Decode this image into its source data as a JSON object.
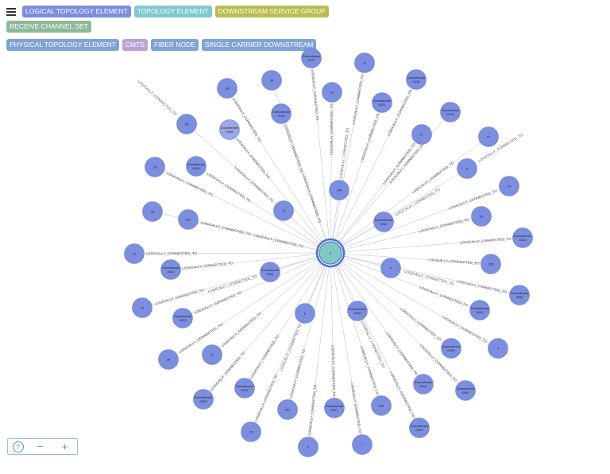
{
  "legend": {
    "items": [
      {
        "label": "LOGICAL TOPOLOGY ELEMENT",
        "color": "#7b8ee0"
      },
      {
        "label": "TOPOLOGY ELEMENT",
        "color": "#7ec9cf"
      },
      {
        "label": "DOWNSTREAM SERVICE GROUP",
        "color": "#b9bd4f"
      },
      {
        "label": "RECEIVE CHANNEL SET",
        "color": "#8fb89a"
      },
      {
        "label": "PHYSICAL TOPOLOGY ELEMENT",
        "color": "#7fa3d6"
      },
      {
        "label": "CMTS",
        "color": "#b9a3d9"
      },
      {
        "label": "FIBER NODE",
        "color": "#7fa3d6"
      },
      {
        "label": "SINGLE CARRIER DOWNSTREAM",
        "color": "#7fa3d6"
      }
    ]
  },
  "graph": {
    "center_label": "1",
    "center_color": "#7ec9c4",
    "node_color": "#7b8ee0",
    "edge_label": "LOGICALLY_CONNECTED_TO",
    "nodes": [
      "Downstream 0017",
      "31",
      "Downstream 0028",
      "36",
      "30",
      "16",
      "Downstream 0021",
      "Downstream 0018",
      "Downstream 0019",
      "33",
      "Downstream 0008",
      "17",
      "27",
      "29",
      "Downstream 0023",
      "8",
      "208",
      "14",
      "35",
      "207",
      "21",
      "Downstream 0014",
      "15",
      "Downstream 0013",
      "11",
      "Downstream 0011",
      "Downstream 0001",
      "5",
      "205",
      "10",
      "6",
      "Downstream 0016",
      "Downstream 0006",
      "Downstream 0012",
      "Downstream 0010",
      "12",
      "34",
      "Downstream 0009",
      "4",
      "Downstream 0015",
      "Downstream 0002",
      "Downstream 0004",
      "Downstream 0022",
      "202",
      "Downstream 0007",
      "206",
      "28",
      "Downstream 0020",
      "9",
      "7"
    ]
  },
  "zoom_controls": {
    "help": "?",
    "minus": "−",
    "plus": "+"
  }
}
